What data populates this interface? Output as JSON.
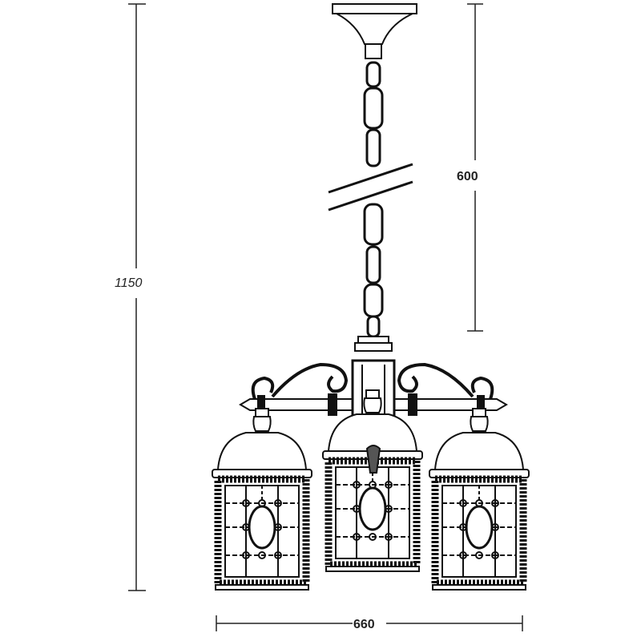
{
  "dimensions": {
    "total_height": "1150",
    "chain_length": "600",
    "width": "660"
  },
  "colors": {
    "line": "#111111",
    "background": "#ffffff"
  }
}
